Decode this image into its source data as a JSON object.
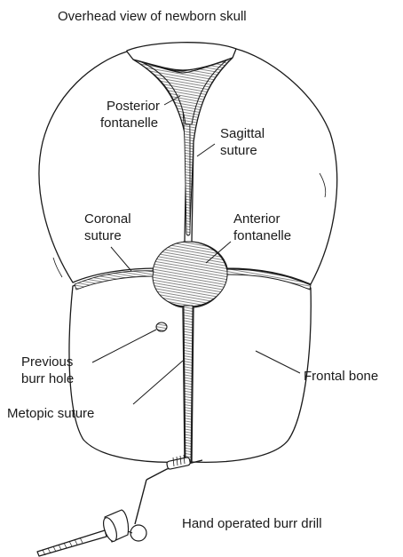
{
  "title": "Overhead view of newborn skull",
  "labels": {
    "posterior_fontanelle": [
      "Posterior",
      "fontanelle"
    ],
    "sagittal_suture": [
      "Sagittal",
      "suture"
    ],
    "coronal_suture": [
      "Coronal",
      "suture"
    ],
    "anterior_fontanelle": [
      "Anterior",
      "fontanelle"
    ],
    "previous_burr_hole": [
      "Previous",
      "burr hole"
    ],
    "frontal_bone": "Frontal bone",
    "metopic_suture": "Metopic suture"
  },
  "drill_caption": "Hand operated burr drill",
  "colors": {
    "line": "#1a1a1a",
    "bone": "#ffffff",
    "fontanelle_shading": "#bdbdbd"
  },
  "icons": [
    "skull-illustration",
    "burr-drill-illustration"
  ]
}
